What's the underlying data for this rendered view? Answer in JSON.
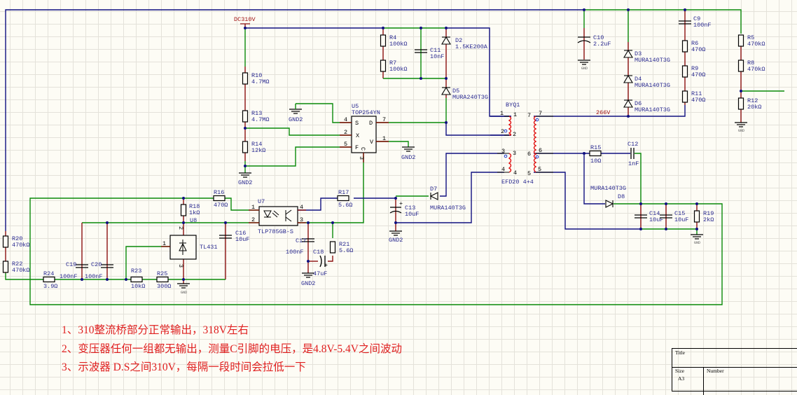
{
  "nets": {
    "dc310v": "DC310V",
    "v266": "266V",
    "gnd2": "GND2",
    "gnd": "GND"
  },
  "c": {
    "R4": {
      "ref": "R4",
      "value": "100kΩ"
    },
    "R7": {
      "ref": "R7",
      "value": "100kΩ"
    },
    "C11": {
      "ref": "C11",
      "value": "10nF"
    },
    "D2": {
      "ref": "D2",
      "value": "1.5KE200A"
    },
    "D5": {
      "ref": "D5",
      "value": "MURA240T3G"
    },
    "R10": {
      "ref": "R10",
      "value": "4.7MΩ"
    },
    "R13": {
      "ref": "R13",
      "value": "4.7MΩ"
    },
    "R14": {
      "ref": "R14",
      "value": "12kΩ"
    },
    "U5": {
      "ref": "U5",
      "value": "TOP254YN",
      "pins": {
        "S": "S",
        "X": "X",
        "F": "F",
        "D": "D",
        "V": "V",
        "C": "C",
        "p4": "4",
        "p2": "2",
        "p5": "5",
        "p7": "7",
        "p1": "1",
        "p3": "3"
      }
    },
    "C10": {
      "ref": "C10",
      "value": "2.2uF"
    },
    "D3": {
      "ref": "D3",
      "value": "MURA140T3G"
    },
    "D4": {
      "ref": "D4",
      "value": "MURA140T3G"
    },
    "D6": {
      "ref": "D6",
      "value": "MURA140T3G"
    },
    "C9": {
      "ref": "C9",
      "value": "100nF"
    },
    "R6": {
      "ref": "R6",
      "value": "470Ω"
    },
    "R9": {
      "ref": "R9",
      "value": "470Ω"
    },
    "R11": {
      "ref": "R11",
      "value": "470Ω"
    },
    "R5": {
      "ref": "R5",
      "value": "470kΩ"
    },
    "R8": {
      "ref": "R8",
      "value": "470kΩ"
    },
    "R12": {
      "ref": "R12",
      "value": "20kΩ"
    },
    "T1": {
      "ref": "BYQ1",
      "value": "EFD20 4+4",
      "pins": [
        "1",
        "2",
        "3",
        "4",
        "5",
        "6",
        "7"
      ]
    },
    "R15": {
      "ref": "R15",
      "value": "10Ω"
    },
    "C12": {
      "ref": "C12",
      "value": "1nF"
    },
    "D8": {
      "ref": "D8",
      "value": "MURA140T3G"
    },
    "C14": {
      "ref": "C14",
      "value": "10uF"
    },
    "C15": {
      "ref": "C15",
      "value": "10uF"
    },
    "R19": {
      "ref": "R19",
      "value": "2kΩ"
    },
    "D7": {
      "ref": "D7",
      "value": "MURA140T3G"
    },
    "C13": {
      "ref": "C13",
      "value": "10uF"
    },
    "R17": {
      "ref": "R17",
      "value": "5.6Ω"
    },
    "U7": {
      "ref": "U7",
      "value": "TLP785GB-S",
      "pins": [
        "1",
        "2",
        "3",
        "4"
      ]
    },
    "R16": {
      "ref": "R16",
      "value": "470Ω"
    },
    "R18": {
      "ref": "R18",
      "value": "1kΩ"
    },
    "U8": {
      "ref": "U8",
      "value": "TL431",
      "pins": [
        "1",
        "2",
        "3"
      ]
    },
    "C16": {
      "ref": "C16",
      "value": "10uF"
    },
    "C17": {
      "ref": "C17",
      "value": "100nF"
    },
    "C18": {
      "ref": "C18",
      "value": "47uF"
    },
    "R21": {
      "ref": "R21",
      "value": "5.6Ω"
    },
    "C19": {
      "ref": "C19",
      "value": "100nF"
    },
    "C20": {
      "ref": "C20",
      "value": "100nF"
    },
    "R20": {
      "ref": "R20",
      "value": "470kΩ"
    },
    "R22": {
      "ref": "R22",
      "value": "470kΩ"
    },
    "R24": {
      "ref": "R24",
      "value": "3.9Ω"
    },
    "R23": {
      "ref": "R23",
      "value": "10kΩ"
    },
    "R25": {
      "ref": "R25",
      "value": "300Ω"
    }
  },
  "notes": [
    "1、310整流桥部分正常输出，318V左右",
    "2、变压器任何一组都无输出，测量C引脚的电压，是4.8V-5.4V之间波动",
    "3、示波器 D.S之间310V，每隔一段时间会拉低一下"
  ],
  "title_block": {
    "title_label": "Title",
    "size_label": "Size",
    "size_value": "A3",
    "number_label": "Number"
  },
  "colors": {
    "wire_blue": "#101080",
    "wire_green": "#0a8a0a",
    "coil": "#e01010",
    "note_text": "#e02020"
  }
}
